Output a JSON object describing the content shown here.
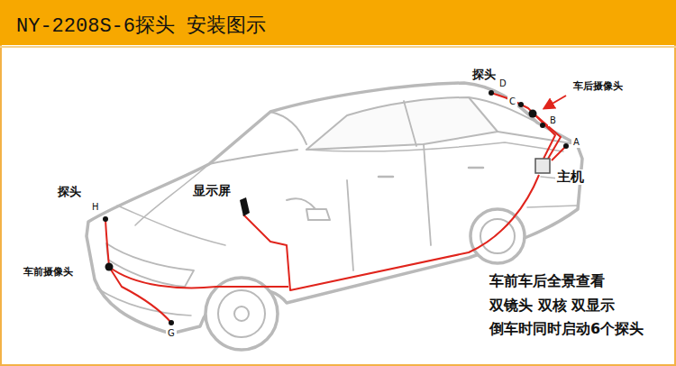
{
  "diagram": {
    "title": "NY-2208S-6探头 安装图示",
    "labels": [
      "探头",
      "D",
      "车后摄像头",
      "C",
      "B",
      "A",
      "主机",
      "显示屏",
      "探头",
      "H",
      "车前摄像头",
      "G",
      "车前车后全景查看",
      "双镜头 双核 双显示",
      "倒车时同时启动6个探头"
    ]
  }
}
